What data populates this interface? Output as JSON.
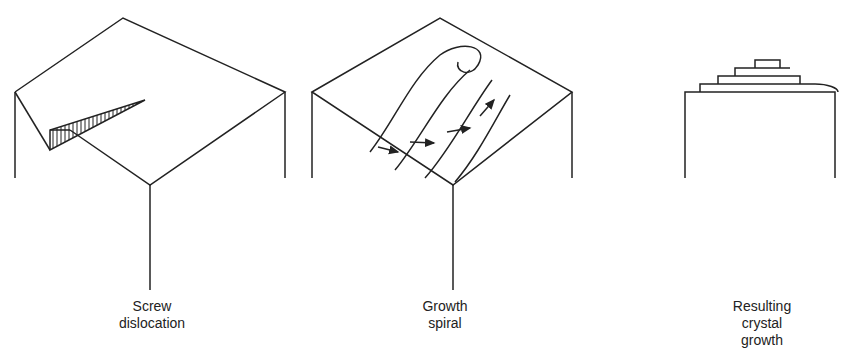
{
  "diagram": {
    "labels": [
      "Screw dislocation",
      "Growth spiral",
      "Resulting crystal growth"
    ]
  }
}
